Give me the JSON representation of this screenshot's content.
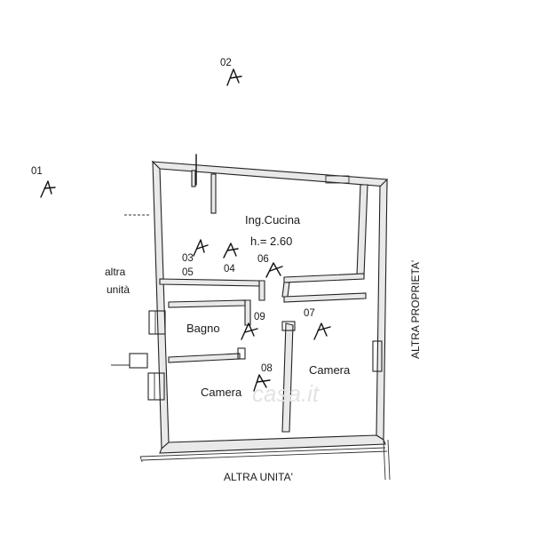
{
  "rooms": {
    "kitchen_name": "Ing.Cucina",
    "kitchen_height": "h.= 2.60",
    "bathroom": "Bagno",
    "bedroom_left": "Camera",
    "bedroom_right": "Camera"
  },
  "surroundings": {
    "left_unit_line1": "altra",
    "left_unit_line2": "unità",
    "right_property": "ALTRA PROPRIETA'",
    "bottom_unit": "ALTRA UNITA'"
  },
  "view_markers": [
    "01",
    "02",
    "03",
    "04",
    "05",
    "06",
    "07",
    "08",
    "09"
  ],
  "watermark": "casa.it"
}
